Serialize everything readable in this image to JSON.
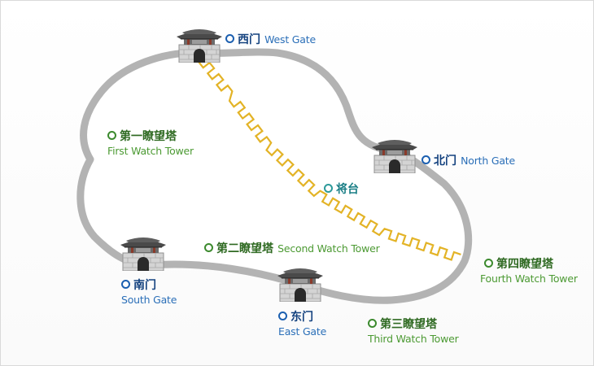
{
  "colors": {
    "wall": "#b3b3b3",
    "route": "#e3b326",
    "gate_blue": "#1b5fb0",
    "tower_green": "#3c8a2e",
    "terrace_teal": "#2d9a9a"
  },
  "gates": {
    "west": {
      "zh": "西门",
      "en": "West Gate"
    },
    "north": {
      "zh": "北门",
      "en": "North Gate"
    },
    "south": {
      "zh": "南门",
      "en": "South Gate"
    },
    "east": {
      "zh": "东门",
      "en": "East Gate"
    }
  },
  "towers": {
    "first": {
      "zh": "第一瞭望塔",
      "en": "First Watch Tower"
    },
    "second": {
      "zh": "第二瞭望塔",
      "en": "Second Watch Tower"
    },
    "third": {
      "zh": "第三瞭望塔",
      "en": "Third Watch Tower"
    },
    "fourth": {
      "zh": "第四瞭望塔",
      "en": "Fourth Watch Tower"
    }
  },
  "terrace": {
    "zh": "将台"
  },
  "icons": {
    "gate": "gate-pavilion-icon",
    "marker": "circle-marker-icon"
  }
}
